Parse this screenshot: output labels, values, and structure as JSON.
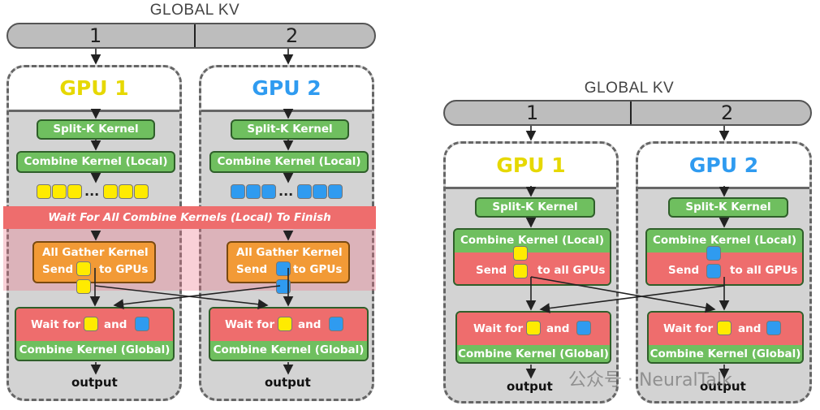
{
  "left": {
    "kv_label": "GLOBAL KV",
    "kv_parts": [
      "1",
      "2"
    ],
    "gpu1": {
      "title": "GPU 1",
      "split": "Split-K Kernel",
      "combine_local": "Combine Kernel (Local)",
      "dots": "...",
      "gather_title": "All Gather Kernel",
      "send": "Send",
      "to": "to GPUs",
      "wait": "Wait for",
      "and": "and",
      "combine_global": "Combine Kernel (Global)",
      "output": "output"
    },
    "gpu2": {
      "title": "GPU 2",
      "split": "Split-K Kernel",
      "combine_local": "Combine Kernel (Local)",
      "dots": "...",
      "gather_title": "All Gather Kernel",
      "send": "Send",
      "to": "to GPUs",
      "wait": "Wait for",
      "and": "and",
      "combine_global": "Combine Kernel (Global)",
      "output": "output"
    },
    "wait_band": "Wait For All Combine Kernels (Local) To Finish"
  },
  "right": {
    "kv_label": "GLOBAL KV",
    "kv_parts": [
      "1",
      "2"
    ],
    "gpu1": {
      "title": "GPU 1",
      "split": "Split-K Kernel",
      "combine_local": "Combine Kernel (Local)",
      "send": "Send",
      "to": "to all GPUs",
      "wait": "Wait for",
      "and": "and",
      "combine_global": "Combine Kernel (Global)",
      "output": "output"
    },
    "gpu2": {
      "title": "GPU 2",
      "split": "Split-K Kernel",
      "combine_local": "Combine Kernel (Local)",
      "send": "Send",
      "to": "to all GPUs",
      "wait": "Wait for",
      "and": "and",
      "combine_global": "Combine Kernel (Global)",
      "output": "output"
    }
  },
  "watermark": "公众号 · NeuralTalk",
  "colors": {
    "gpu1_title": "#e6d800",
    "gpu2_title": "#2f9bf0",
    "green": "#6fbf5f",
    "orange": "#f29a36",
    "red": "#ee6d6d",
    "yellow_block": "#ffeb00",
    "blue_block": "#2f9bf0"
  }
}
